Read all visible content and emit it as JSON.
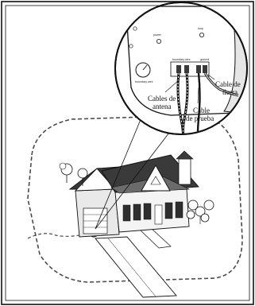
{
  "labels": {
    "antenna_cables_1": "Cables de",
    "antenna_cables_2": "antena",
    "test_cable_1": "Cable",
    "test_cable_2": "de prueba",
    "ground_cable_1": "Cable de",
    "ground_cable_2": "tierra"
  },
  "controller_text": {
    "power": "power",
    "loop": "loop",
    "boundary_wire": "boundary wire",
    "sensitivity": "boundary wire\nsensitivity",
    "ground": "ground"
  },
  "colors": {
    "line": "#111111",
    "roof_dark": "#3a3a3a",
    "roof_mid": "#6b6b6b",
    "wall_light": "#e9e9e9",
    "boundary_dash": "#4a4a4a"
  },
  "icon_names": [
    "house",
    "tree",
    "shrub",
    "boundary-wire",
    "controller-box",
    "magnifier-circle",
    "cable"
  ]
}
